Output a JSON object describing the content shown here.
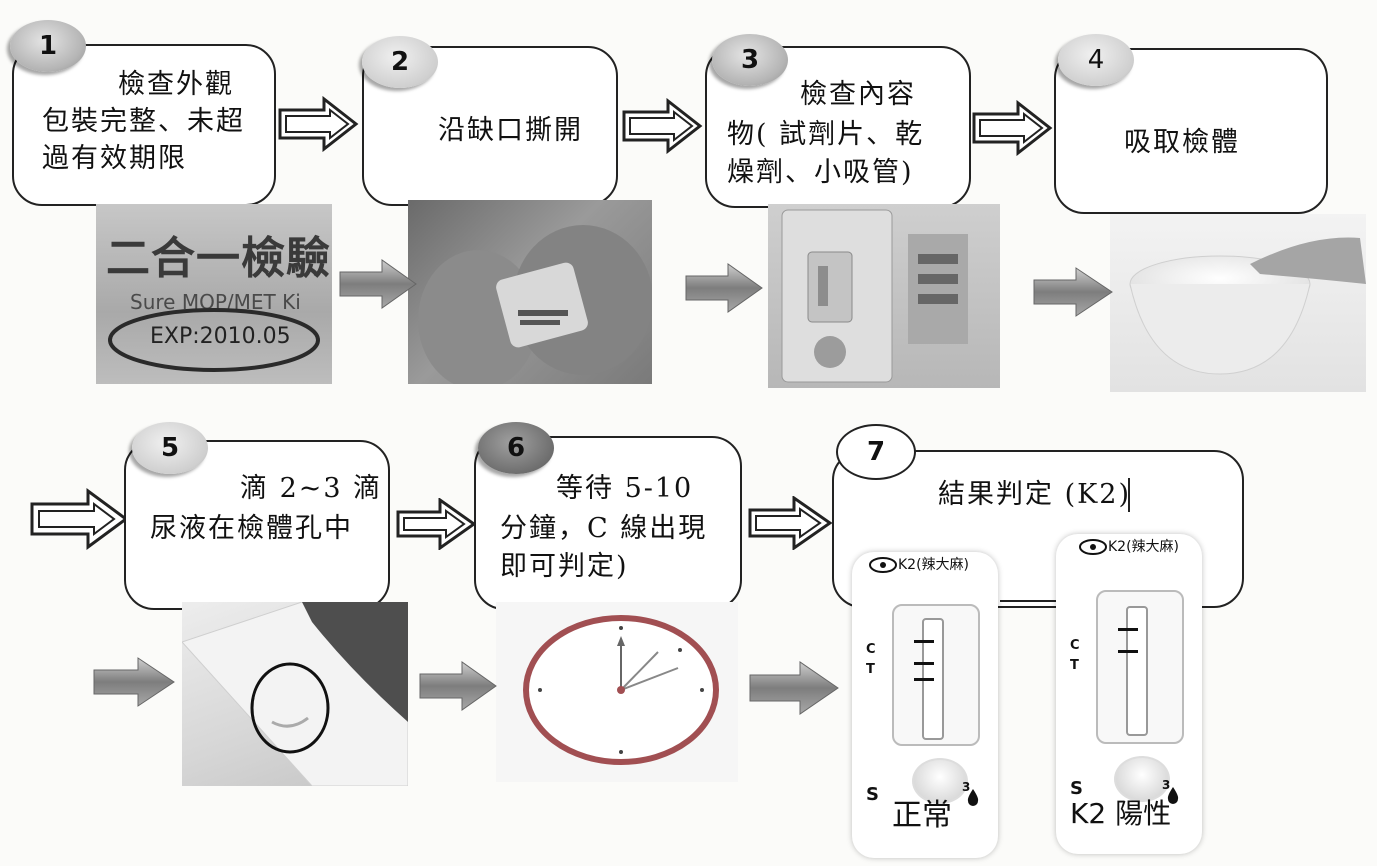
{
  "steps": [
    {
      "num": "1",
      "line1": "檢查外觀",
      "line2": "包裝完整、未超",
      "line3": "過有效期限"
    },
    {
      "num": "2",
      "line1": "沿缺口撕開"
    },
    {
      "num": "3",
      "line1": "檢查內容",
      "line2": "物( 試劑片、乾",
      "line3": "燥劑、小吸管)"
    },
    {
      "num": "4",
      "line1": "吸取檢體"
    },
    {
      "num": "5",
      "line1": "滴 2~3 滴",
      "line2": "尿液在檢體孔中"
    },
    {
      "num": "6",
      "line1": "等待 5-10",
      "line2": "分鐘，C 線出現",
      "line3": "即可判定)"
    },
    {
      "num": "7",
      "line1": "結果判定 (K2)"
    }
  ],
  "photo1": {
    "line1": "二合一檢驗試",
    "line2": "Sure MOP/MET Ki",
    "line3": "EXP:2010.05"
  },
  "results": {
    "brand": "K2(辣大麻)",
    "c_label": "C",
    "t_label": "T",
    "s_label": "S",
    "drop_label": "3",
    "normal": "正常",
    "positive": "K2 陽性"
  },
  "colors": {
    "arrow_fill": "#8a8a8a",
    "ring": "#9a4a4e"
  }
}
